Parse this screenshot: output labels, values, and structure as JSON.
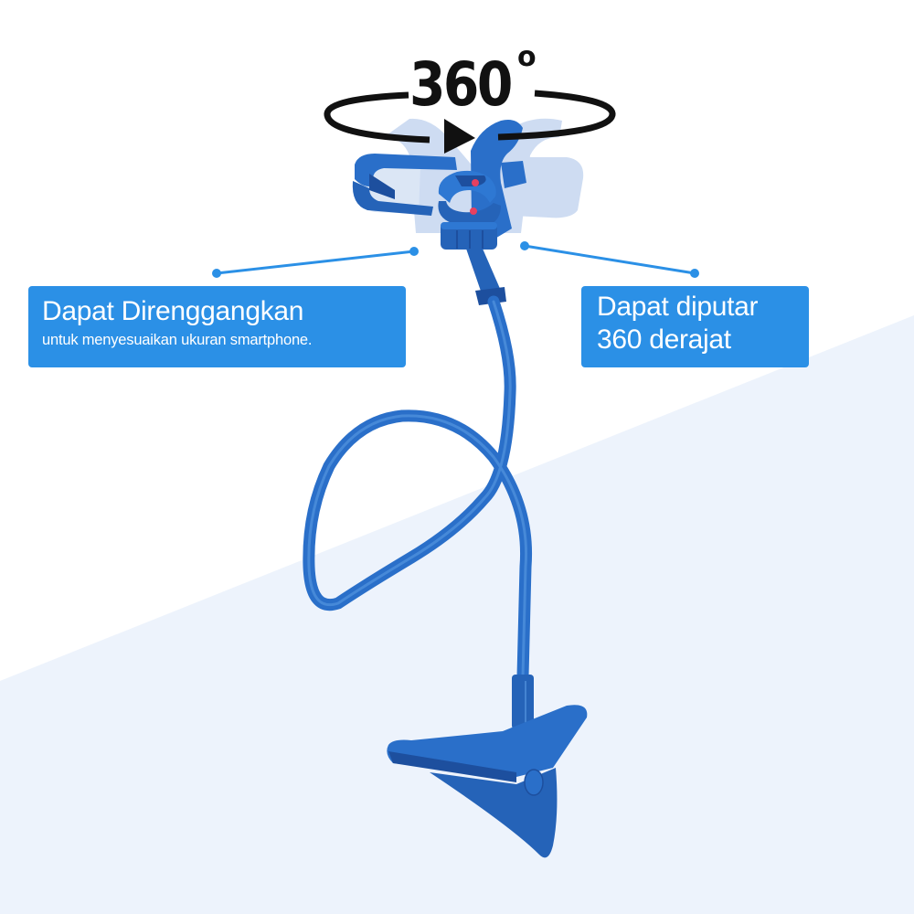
{
  "badge": {
    "rotation_value": "360",
    "degree_symbol": "o",
    "icon": "rotation-arrow-icon"
  },
  "callouts": [
    {
      "title": "Dapat Direnggangkan",
      "subtitle": "untuk menyesuaikan ukuran smartphone."
    },
    {
      "title_line1": "Dapat diputar",
      "title_line2": "360 derajat"
    }
  ],
  "product": {
    "name": "flexible-gooseneck-phone-holder",
    "parts": [
      "phone-clamp",
      "swivel-joint",
      "gooseneck-arm",
      "base-clip"
    ]
  },
  "colors": {
    "accent": "#2b90e6",
    "product_blue": "#2a6fc9",
    "product_dark": "#1d4f9e",
    "product_ghost": "#c9d9f1",
    "background_white": "#ffffff",
    "background_tint": "#edf3fc",
    "text_dark": "#111111",
    "text_light": "#ffffff"
  }
}
